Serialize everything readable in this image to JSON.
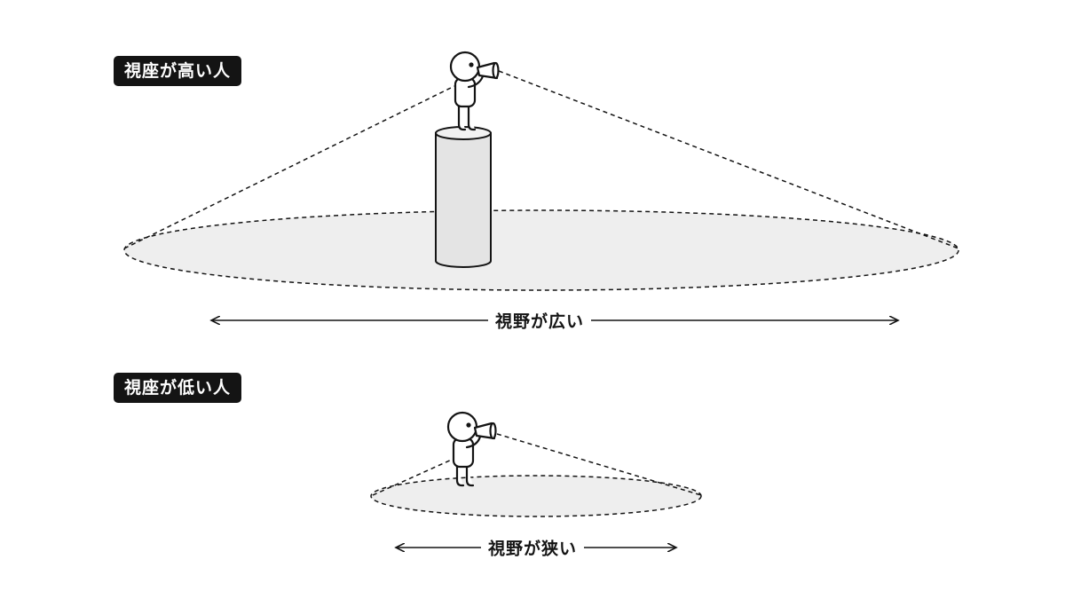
{
  "labels": {
    "high_viewpoint": "視座が高い人",
    "low_viewpoint": "視座が低い人",
    "wide_view": "視野が広い",
    "narrow_view": "視野が狭い"
  },
  "icons": {
    "person_high": "person-with-telescope-icon",
    "person_low": "person-with-telescope-icon",
    "pedestal": "cylinder-pedestal"
  },
  "colors": {
    "ink": "#141414",
    "field_fill": "#eeeeee",
    "pedestal_fill": "#e4e4e4",
    "badge_bg": "#141414",
    "badge_text": "#ffffff"
  }
}
